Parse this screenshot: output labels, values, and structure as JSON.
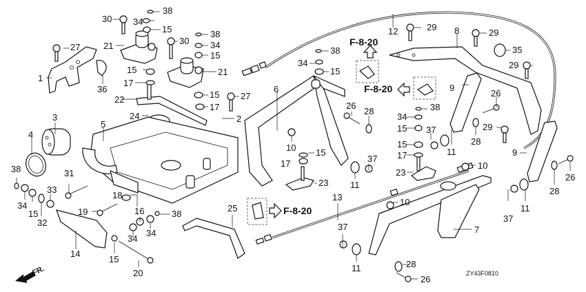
{
  "diagram": {
    "title": "Handle / Frame parts exploded view",
    "diagram_code": "ZY43F0810",
    "front_indicator": "FR.",
    "reference_label": "F-8-20",
    "callouts": [
      {
        "id": "c30a",
        "label": "30"
      },
      {
        "id": "c38a",
        "label": "38"
      },
      {
        "id": "c34a",
        "label": "34"
      },
      {
        "id": "c15a",
        "label": "15"
      },
      {
        "id": "c21a",
        "label": "21"
      },
      {
        "id": "c27a",
        "label": "27"
      },
      {
        "id": "c1",
        "label": "1"
      },
      {
        "id": "c36",
        "label": "36"
      },
      {
        "id": "c15b",
        "label": "15"
      },
      {
        "id": "c17a",
        "label": "17"
      },
      {
        "id": "c22",
        "label": "22"
      },
      {
        "id": "c24",
        "label": "24"
      },
      {
        "id": "c30b",
        "label": "30"
      },
      {
        "id": "c38b",
        "label": "38"
      },
      {
        "id": "c34b",
        "label": "34"
      },
      {
        "id": "c15c",
        "label": "15"
      },
      {
        "id": "c21b",
        "label": "21"
      },
      {
        "id": "c15d",
        "label": "15"
      },
      {
        "id": "c17b",
        "label": "17"
      },
      {
        "id": "c27b",
        "label": "27"
      },
      {
        "id": "c2",
        "label": "2"
      },
      {
        "id": "c3",
        "label": "3"
      },
      {
        "id": "c4",
        "label": "4"
      },
      {
        "id": "c5",
        "label": "5"
      },
      {
        "id": "c38c",
        "label": "38"
      },
      {
        "id": "c34c",
        "label": "34"
      },
      {
        "id": "c15e",
        "label": "15"
      },
      {
        "id": "c32",
        "label": "32"
      },
      {
        "id": "c33",
        "label": "33"
      },
      {
        "id": "c31",
        "label": "31"
      },
      {
        "id": "c18",
        "label": "18"
      },
      {
        "id": "c19",
        "label": "19"
      },
      {
        "id": "c16",
        "label": "16"
      },
      {
        "id": "c34d",
        "label": "34"
      },
      {
        "id": "c34e",
        "label": "34"
      },
      {
        "id": "c38d",
        "label": "38"
      },
      {
        "id": "c14",
        "label": "14"
      },
      {
        "id": "c15f",
        "label": "15"
      },
      {
        "id": "c20",
        "label": "20"
      },
      {
        "id": "c25",
        "label": "25"
      },
      {
        "id": "c12",
        "label": "12"
      },
      {
        "id": "c38e",
        "label": "38"
      },
      {
        "id": "c34f",
        "label": "34"
      },
      {
        "id": "c15g",
        "label": "15"
      },
      {
        "id": "c6",
        "label": "6"
      },
      {
        "id": "c10a",
        "label": "10"
      },
      {
        "id": "c15h",
        "label": "15"
      },
      {
        "id": "c17c",
        "label": "17"
      },
      {
        "id": "c23a",
        "label": "23"
      },
      {
        "id": "c26a",
        "label": "26"
      },
      {
        "id": "c28a",
        "label": "28"
      },
      {
        "id": "c11a",
        "label": "11"
      },
      {
        "id": "c37a",
        "label": "37"
      },
      {
        "id": "c29a",
        "label": "29"
      },
      {
        "id": "c8",
        "label": "8"
      },
      {
        "id": "c29b",
        "label": "29"
      },
      {
        "id": "c35",
        "label": "35"
      },
      {
        "id": "c29c",
        "label": "29"
      },
      {
        "id": "c9a",
        "label": "9"
      },
      {
        "id": "c26b",
        "label": "26"
      },
      {
        "id": "c38f",
        "label": "38"
      },
      {
        "id": "c34g",
        "label": "34"
      },
      {
        "id": "c15i",
        "label": "15"
      },
      {
        "id": "c37b",
        "label": "37"
      },
      {
        "id": "c15j",
        "label": "15"
      },
      {
        "id": "c17d",
        "label": "17"
      },
      {
        "id": "c23b",
        "label": "23"
      },
      {
        "id": "c11b",
        "label": "11"
      },
      {
        "id": "c28b",
        "label": "28"
      },
      {
        "id": "c29d",
        "label": "29"
      },
      {
        "id": "c10b",
        "label": "10"
      },
      {
        "id": "c9b",
        "label": "9"
      },
      {
        "id": "c26c",
        "label": "26"
      },
      {
        "id": "c28c",
        "label": "28"
      },
      {
        "id": "c37c",
        "label": "37"
      },
      {
        "id": "c11c",
        "label": "11"
      },
      {
        "id": "c13",
        "label": "13"
      },
      {
        "id": "c10c",
        "label": "10"
      },
      {
        "id": "c7",
        "label": "7"
      },
      {
        "id": "c37d",
        "label": "37"
      },
      {
        "id": "c11d",
        "label": "11"
      },
      {
        "id": "c28d",
        "label": "28"
      },
      {
        "id": "c26d",
        "label": "26"
      }
    ]
  }
}
